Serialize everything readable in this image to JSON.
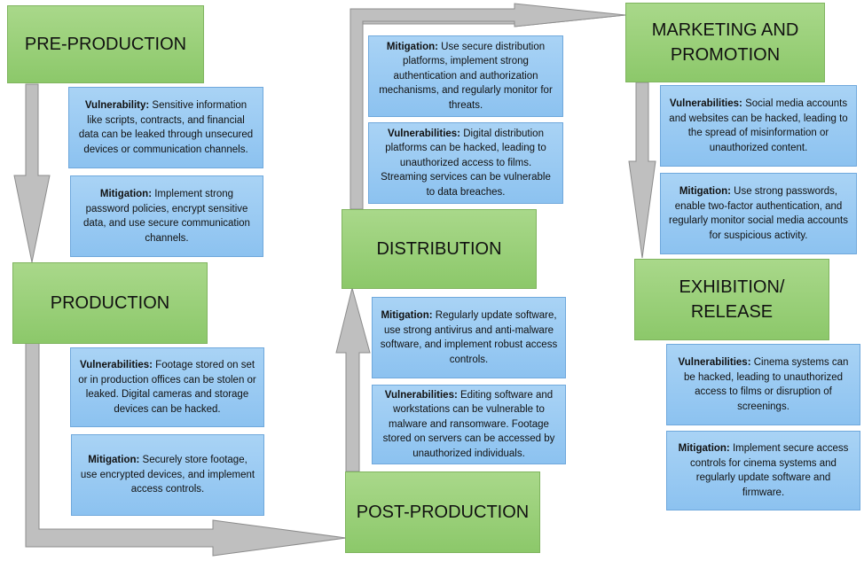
{
  "stages": {
    "pre_production": "PRE-PRODUCTION",
    "production": "PRODUCTION",
    "post_production": "POST-PRODUCTION",
    "distribution": "DISTRIBUTION",
    "marketing_line1": "MARKETING AND",
    "marketing_line2": "PROMOTION",
    "exhibition_line1": "EXHIBITION/",
    "exhibition_line2": "RELEASE"
  },
  "notes": {
    "pre_production_vulnerability": {
      "label": "Vulnerability:",
      "text": " Sensitive information like scripts, contracts, and financial data can be leaked through unsecured devices or communication channels."
    },
    "pre_production_mitigation": {
      "label": "Mitigation:",
      "text": " Implement strong password policies, encrypt sensitive data, and use secure communication channels."
    },
    "production_vulnerabilities": {
      "label": "Vulnerabilities:",
      "text": " Footage stored on set or in production offices can be stolen or leaked. Digital cameras and storage devices can be hacked."
    },
    "production_mitigation": {
      "label": "Mitigation:",
      "text": " Securely store footage, use encrypted devices, and implement access controls."
    },
    "post_production_mitigation": {
      "label": "Mitigation:",
      "text": " Regularly update software, use strong antivirus and anti-malware software, and implement robust access controls."
    },
    "post_production_vulnerabilities": {
      "label": "Vulnerabilities:",
      "text": " Editing software and workstations can be vulnerable to malware and ransomware. Footage stored on servers can be accessed by unauthorized individuals."
    },
    "distribution_mitigation": {
      "label": "Mitigation:",
      "text": " Use secure distribution platforms, implement strong authentication and authorization mechanisms, and regularly monitor for threats."
    },
    "distribution_vulnerabilities": {
      "label": "Vulnerabilities:",
      "text": " Digital distribution platforms can be hacked, leading to unauthorized access to films. Streaming services can be vulnerable to data breaches."
    },
    "marketing_vulnerabilities": {
      "label": "Vulnerabilities:",
      "text": " Social media accounts and websites can be hacked, leading to the spread of misinformation or unauthorized content."
    },
    "marketing_mitigation": {
      "label": "Mitigation:",
      "text": " Use strong passwords, enable two-factor authentication, and regularly monitor social media accounts for suspicious activity."
    },
    "exhibition_vulnerabilities": {
      "label": "Vulnerabilities:",
      "text": " Cinema systems can be hacked, leading to unauthorized access to films or disruption of screenings."
    },
    "exhibition_mitigation": {
      "label": "Mitigation:",
      "text": " Implement secure access controls for cinema systems and regularly update software and firmware."
    }
  },
  "colors": {
    "stage_fill": "#9ccf7a",
    "note_fill": "#9dccf3",
    "arrow_fill": "#bfbfbf",
    "arrow_stroke": "#8c8c8c"
  }
}
